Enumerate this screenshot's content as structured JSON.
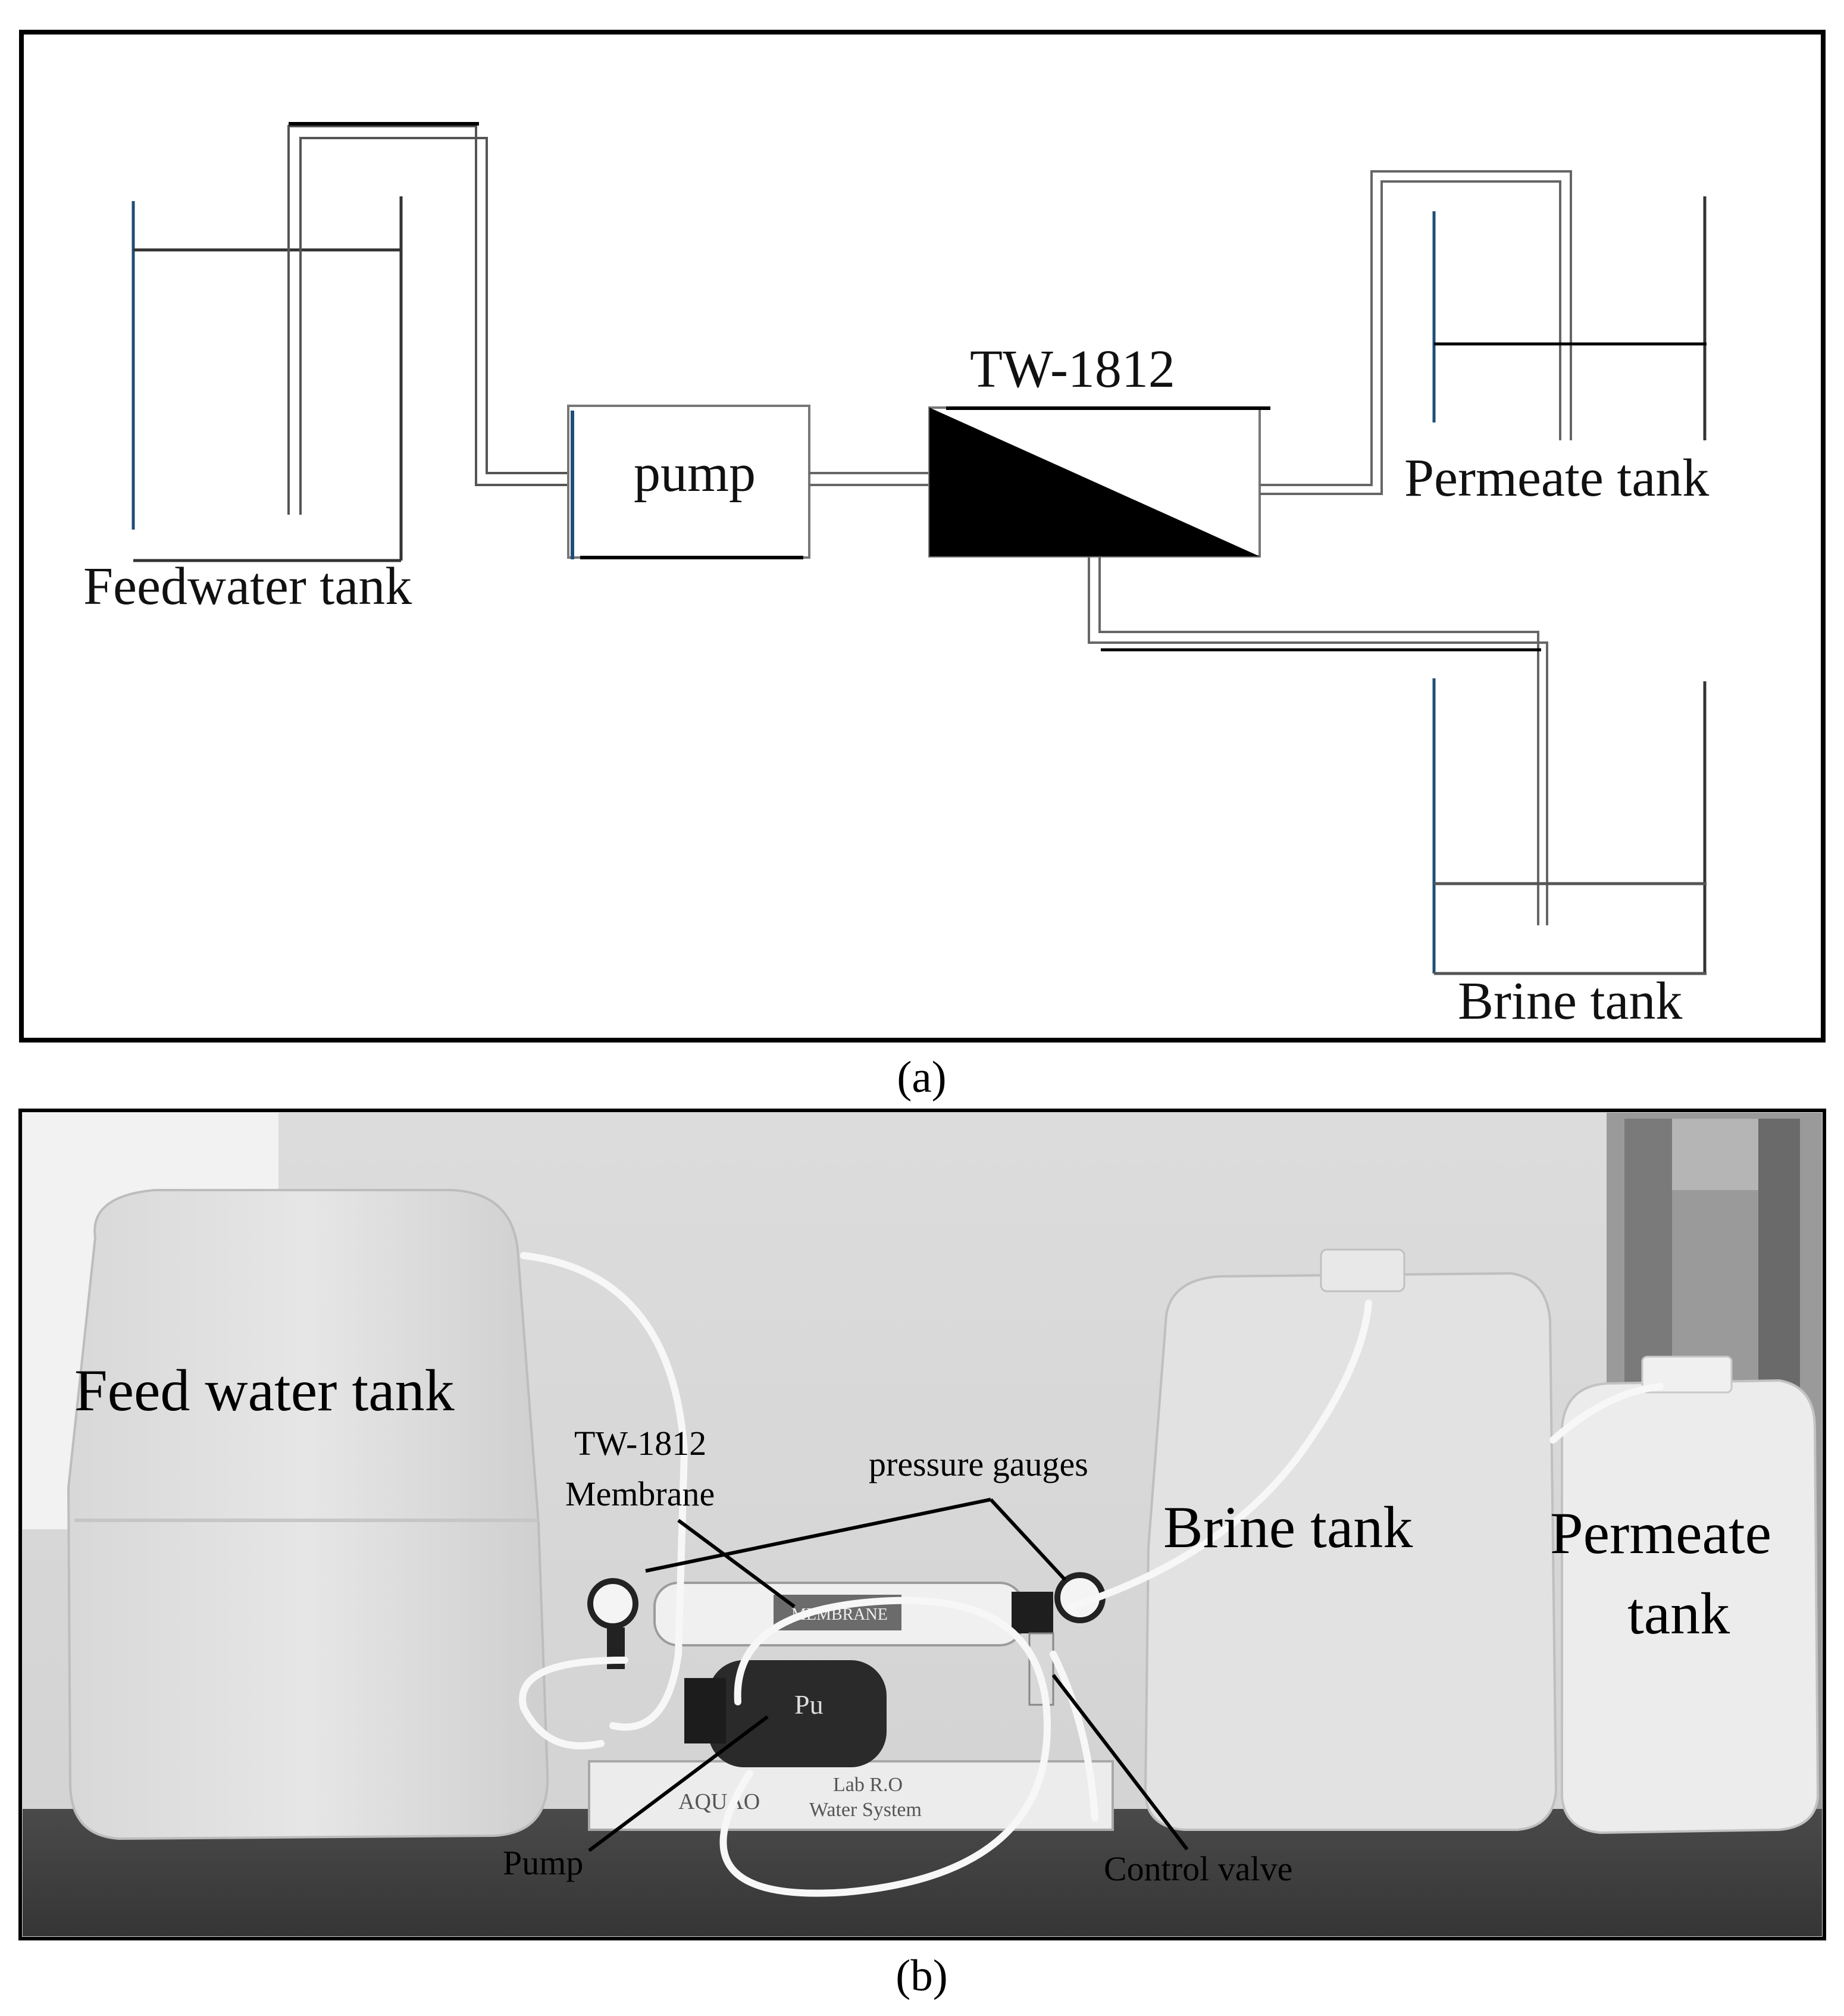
{
  "panel_a": {
    "labels": {
      "feed_tank": "Feedwater tank",
      "pump": "pump",
      "membrane": "TW-1812",
      "permeate_tank": "Permeate tank",
      "brine_tank": "Brine tank"
    },
    "caption": "(a)"
  },
  "panel_b": {
    "labels": {
      "feed_tank": "Feed water tank",
      "membrane_line1": "TW-1812",
      "membrane_line2": "Membrane",
      "pressure_gauges": "pressure gauges",
      "brine_tank": "Brine tank",
      "permeate_line1": "Permeate",
      "permeate_line2": "tank",
      "pump": "Pump",
      "control_valve": "Control valve"
    },
    "device_markings": {
      "box_line1": "Lab R.O",
      "box_line2": "Water System",
      "box_brand": "AQUAO",
      "pump_brand": "Pu",
      "housing_label": "MEMBRANE"
    },
    "caption": "(b)"
  }
}
